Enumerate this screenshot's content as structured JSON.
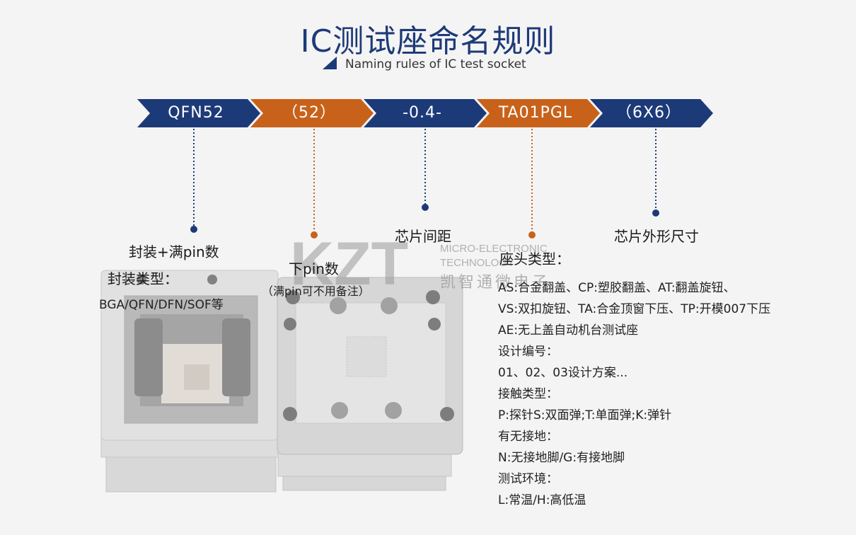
{
  "header": {
    "title": "IC测试座命名规则",
    "subtitle": "Naming rules of IC test socket"
  },
  "segments": [
    {
      "code": "QFN52",
      "color": "#1d3a78"
    },
    {
      "code": "（52）",
      "color": "#c8621a"
    },
    {
      "code": "-0.4-",
      "color": "#1d3a78"
    },
    {
      "code": "TA01PGL",
      "color": "#c8621a"
    },
    {
      "code": "（6X6）",
      "color": "#1d3a78"
    }
  ],
  "labels": {
    "package_pin": "封装+满pin数",
    "package_type_title": "封装类型：",
    "package_types": "BGA/QFN/DFN/SOF等",
    "lower_pin": "下pin数",
    "lower_pin_note": "（满pin可不用备注）",
    "chip_pitch": "芯片间距",
    "chip_size": "芯片外形尺寸"
  },
  "socket_info": [
    "座头类型：",
    "AS:合金翻盖、CP:塑胶翻盖、AT:翻盖旋钮、",
    "VS:双扣旋钮、TA:合金顶窗下压、TP:开模007下压",
    "AE:无上盖自动机台测试座",
    "设计编号：",
    "01、02、03设计方案...",
    "接触类型：",
    "P:探针S:双面弹;T:单面弹;K:弹针",
    "有无接地：",
    "N:无接地脚/G:有接地脚",
    "测试环境：",
    "L:常温/H:高低温"
  ],
  "watermark": {
    "logo": "KZT",
    "line1": "MICRO-ELECTRONIC",
    "line2": "TECHNOLOGY",
    "line3": "凯智通微电子"
  },
  "colors": {
    "navy": "#1d3a78",
    "orange": "#c8621a"
  }
}
